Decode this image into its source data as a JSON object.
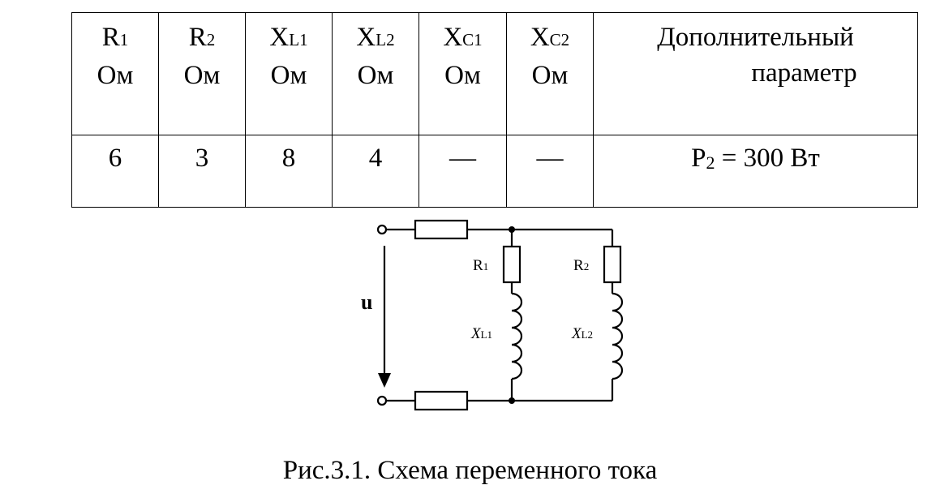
{
  "table": {
    "headers": [
      {
        "sym": "R",
        "sub": "1",
        "unit": "Ом"
      },
      {
        "sym": "R",
        "sub": "2",
        "unit": "Ом"
      },
      {
        "sym": "X",
        "sub": "L1",
        "unit": "Ом"
      },
      {
        "sym": "X",
        "sub": "L2",
        "unit": "Ом"
      },
      {
        "sym": "X",
        "sub": "C1",
        "unit": "Ом"
      },
      {
        "sym": "X",
        "sub": "C2",
        "unit": "Ом"
      }
    ],
    "extra_header": {
      "line1": "Дополнительный",
      "line2": "параметр"
    },
    "values": [
      "6",
      "3",
      "8",
      "4",
      "—",
      "—"
    ],
    "extra_value": {
      "sym": "P",
      "sub": "2",
      "rest": " = 300 Вт"
    }
  },
  "circuit": {
    "voltage_label": "u",
    "r1": {
      "sym": "R",
      "sub": "1"
    },
    "r2": {
      "sym": "R",
      "sub": "2"
    },
    "xl1": {
      "sym": "X",
      "sub": "L1"
    },
    "xl2": {
      "sym": "X",
      "sub": "L2"
    }
  },
  "caption": "Рис.3.1. Схема переменного тока"
}
